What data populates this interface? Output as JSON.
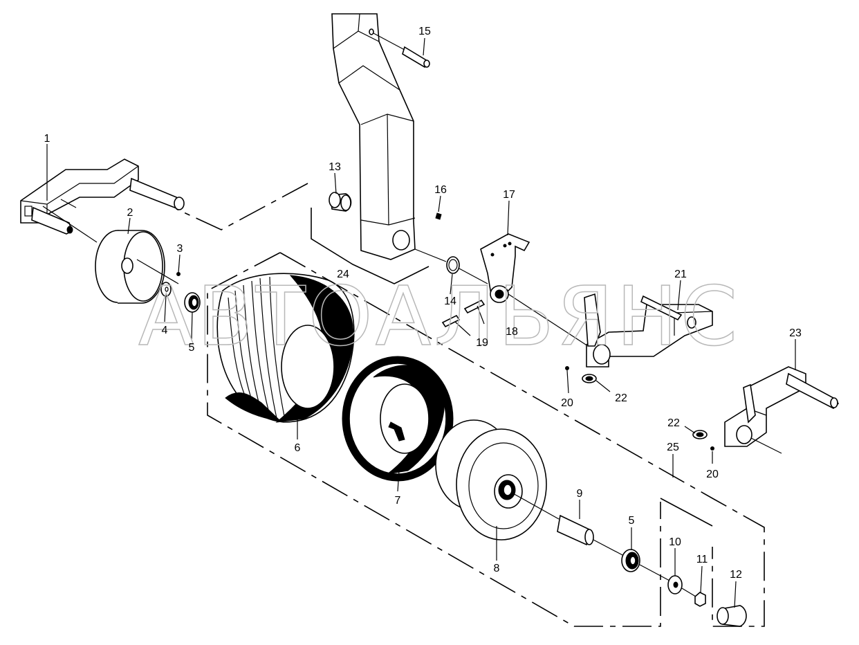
{
  "watermark": "АВТОАЛЬЯНС",
  "callouts": {
    "c1": "1",
    "c2": "2",
    "c3": "3",
    "c4": "4",
    "c5a": "5",
    "c5b": "5",
    "c6": "6",
    "c7": "7",
    "c8": "8",
    "c9": "9",
    "c10": "10",
    "c11": "11",
    "c12": "12",
    "c13": "13",
    "c14": "14",
    "c15": "15",
    "c16": "16",
    "c17": "17",
    "c18": "18",
    "c19": "19",
    "c20a": "20",
    "c20b": "20",
    "c21": "21",
    "c22a": "22",
    "c22b": "22",
    "c23": "23",
    "c24": "24",
    "c25": "25"
  },
  "colors": {
    "line": "#000000",
    "background": "#ffffff",
    "watermark": "#b8b8b8"
  }
}
